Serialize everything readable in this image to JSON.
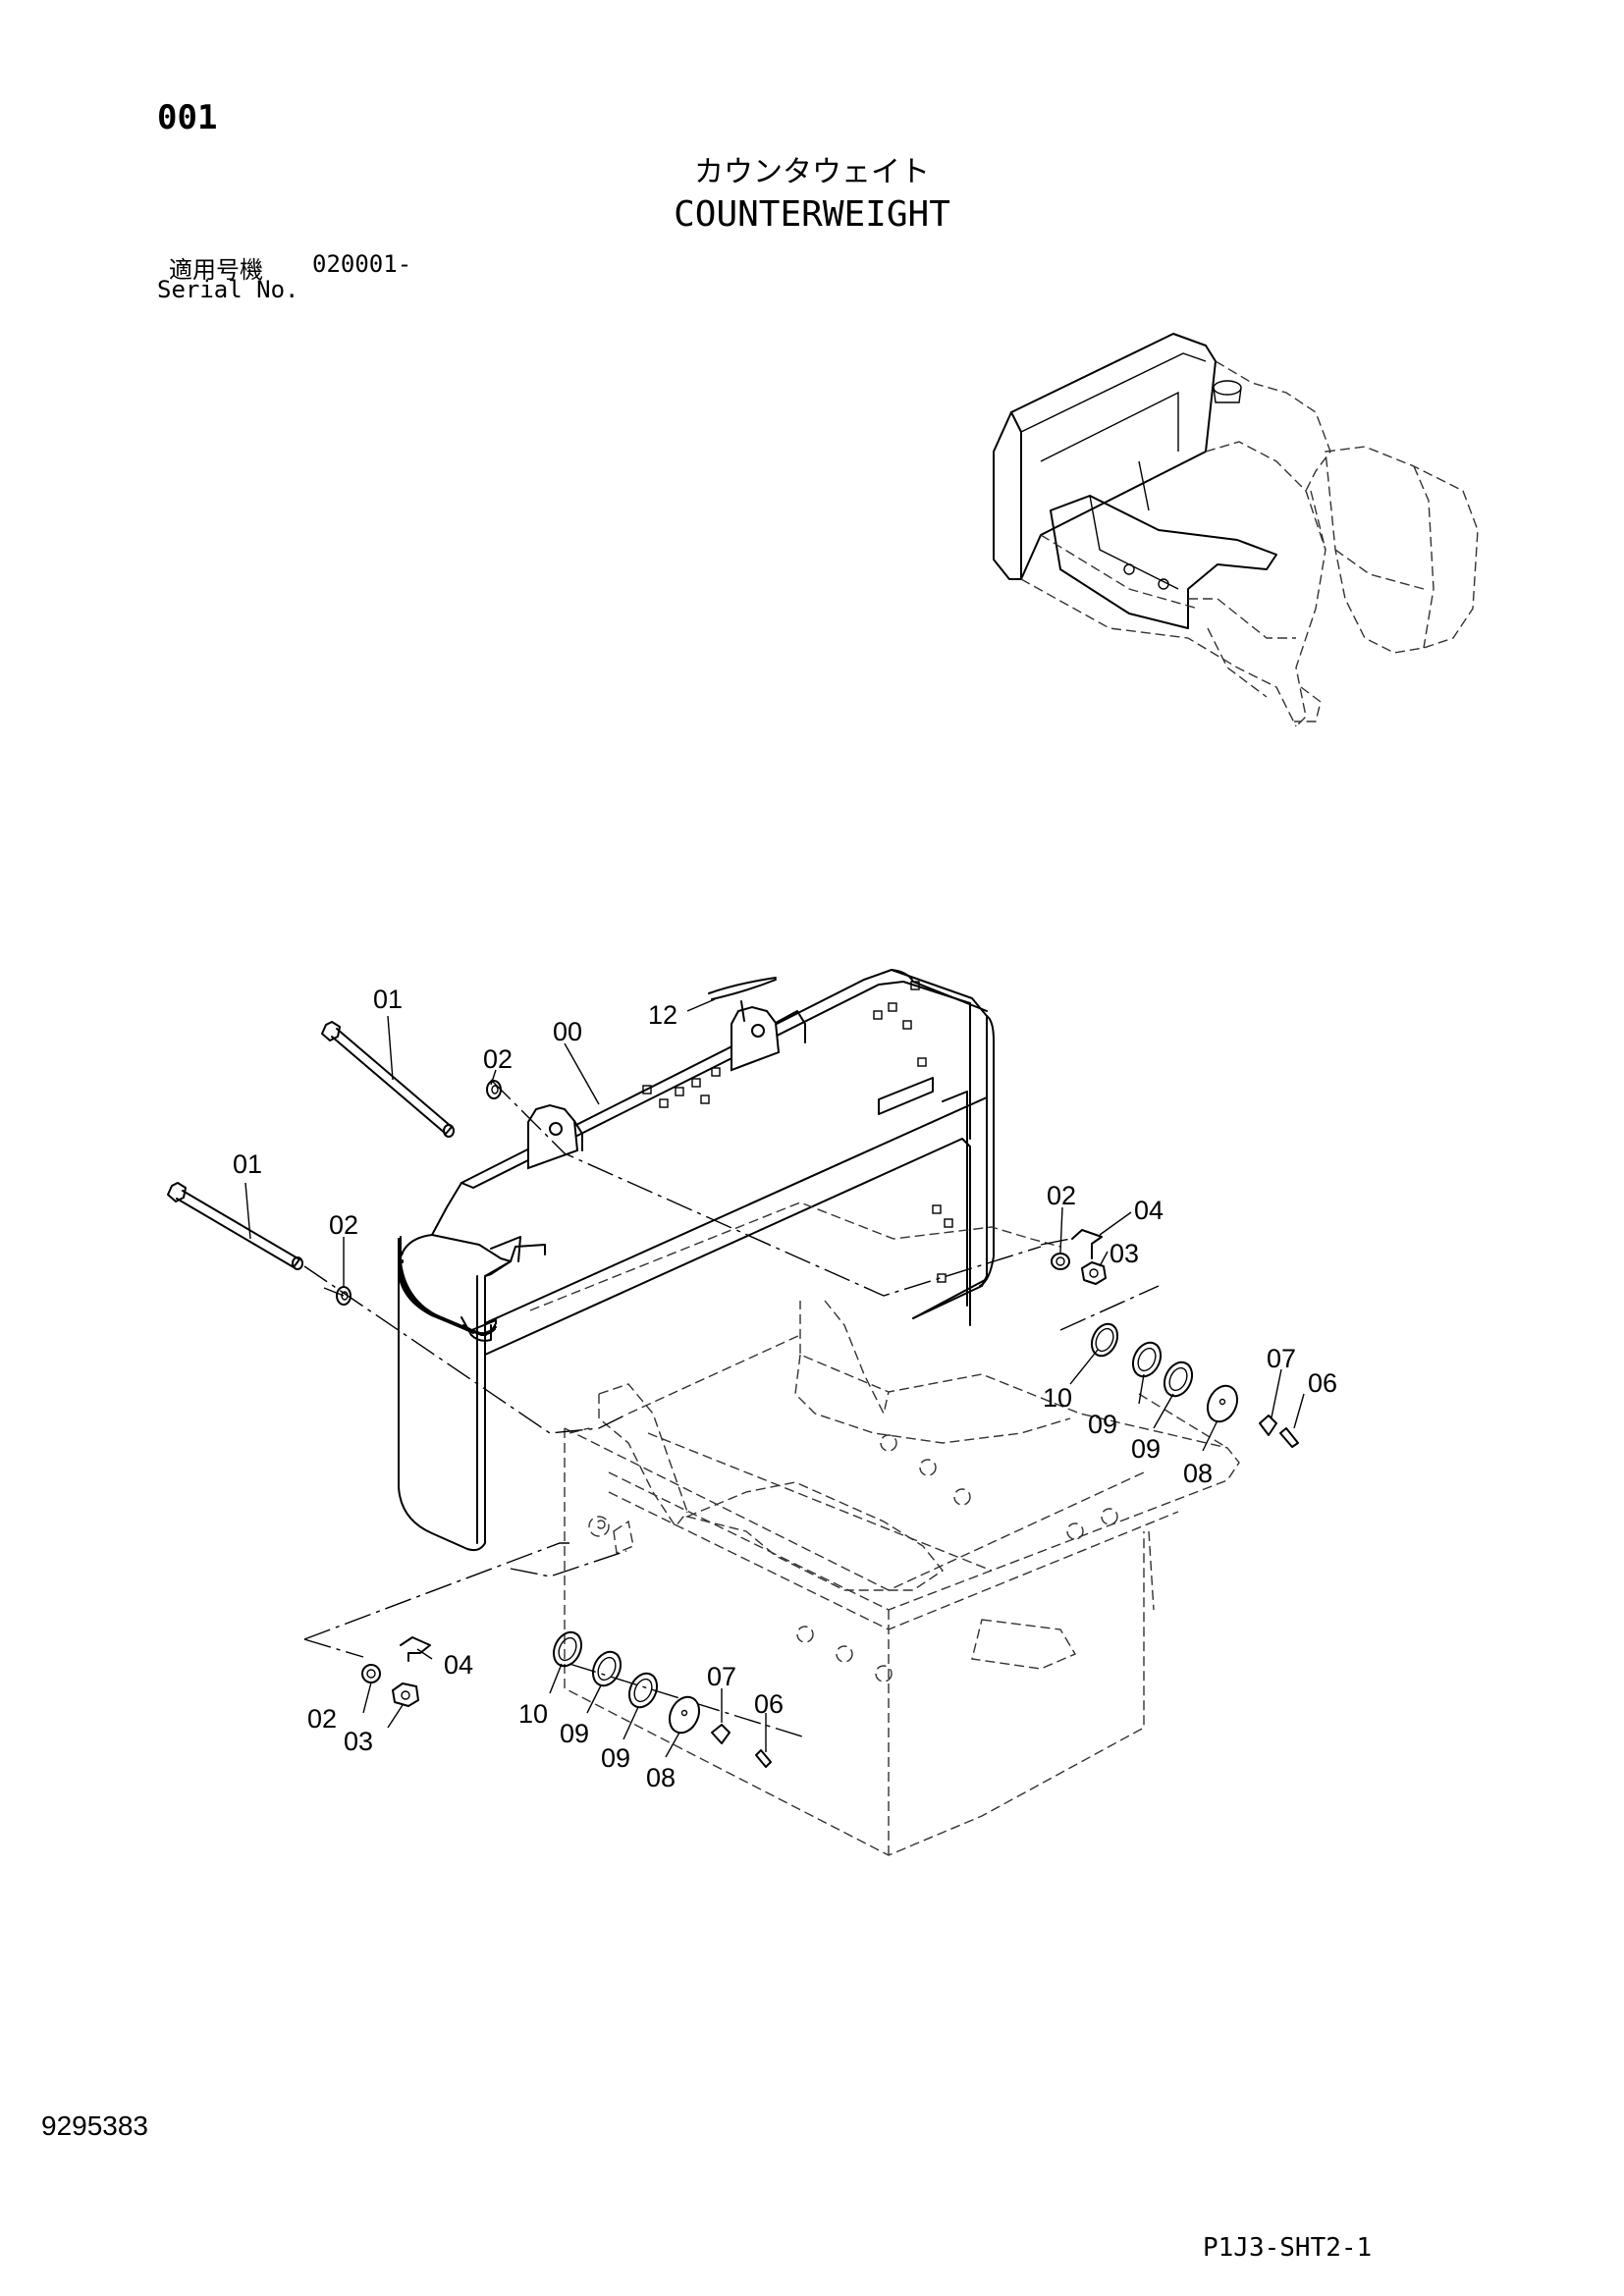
{
  "header": {
    "page_number": "001",
    "title_jp": "カウンタウェイト",
    "title_en": "COUNTERWEIGHT",
    "serial_label_jp": "適用号機",
    "serial_value": "020001-",
    "serial_label_en": "Serial No."
  },
  "footer": {
    "document_number": "9295383",
    "sheet_code": "P1J3-SHT2-1"
  },
  "callouts": [
    {
      "id": "c-01a",
      "label": "01"
    },
    {
      "id": "c-01b",
      "label": "01"
    },
    {
      "id": "c-00",
      "label": "00"
    },
    {
      "id": "c-12",
      "label": "12"
    },
    {
      "id": "c-02a",
      "label": "02"
    },
    {
      "id": "c-02b",
      "label": "02"
    },
    {
      "id": "c-02c",
      "label": "02"
    },
    {
      "id": "c-04a",
      "label": "04"
    },
    {
      "id": "c-03a",
      "label": "03"
    },
    {
      "id": "c-10a",
      "label": "10"
    },
    {
      "id": "c-09a",
      "label": "09"
    },
    {
      "id": "c-09b",
      "label": "09"
    },
    {
      "id": "c-08a",
      "label": "08"
    },
    {
      "id": "c-07a",
      "label": "07"
    },
    {
      "id": "c-06a",
      "label": "06"
    },
    {
      "id": "c-04b",
      "label": "04"
    },
    {
      "id": "c-02d",
      "label": "02"
    },
    {
      "id": "c-03b",
      "label": "03"
    },
    {
      "id": "c-10b",
      "label": "10"
    },
    {
      "id": "c-09c",
      "label": "09"
    },
    {
      "id": "c-09d",
      "label": "09"
    },
    {
      "id": "c-08b",
      "label": "08"
    },
    {
      "id": "c-07b",
      "label": "07"
    },
    {
      "id": "c-06b",
      "label": "06"
    }
  ]
}
